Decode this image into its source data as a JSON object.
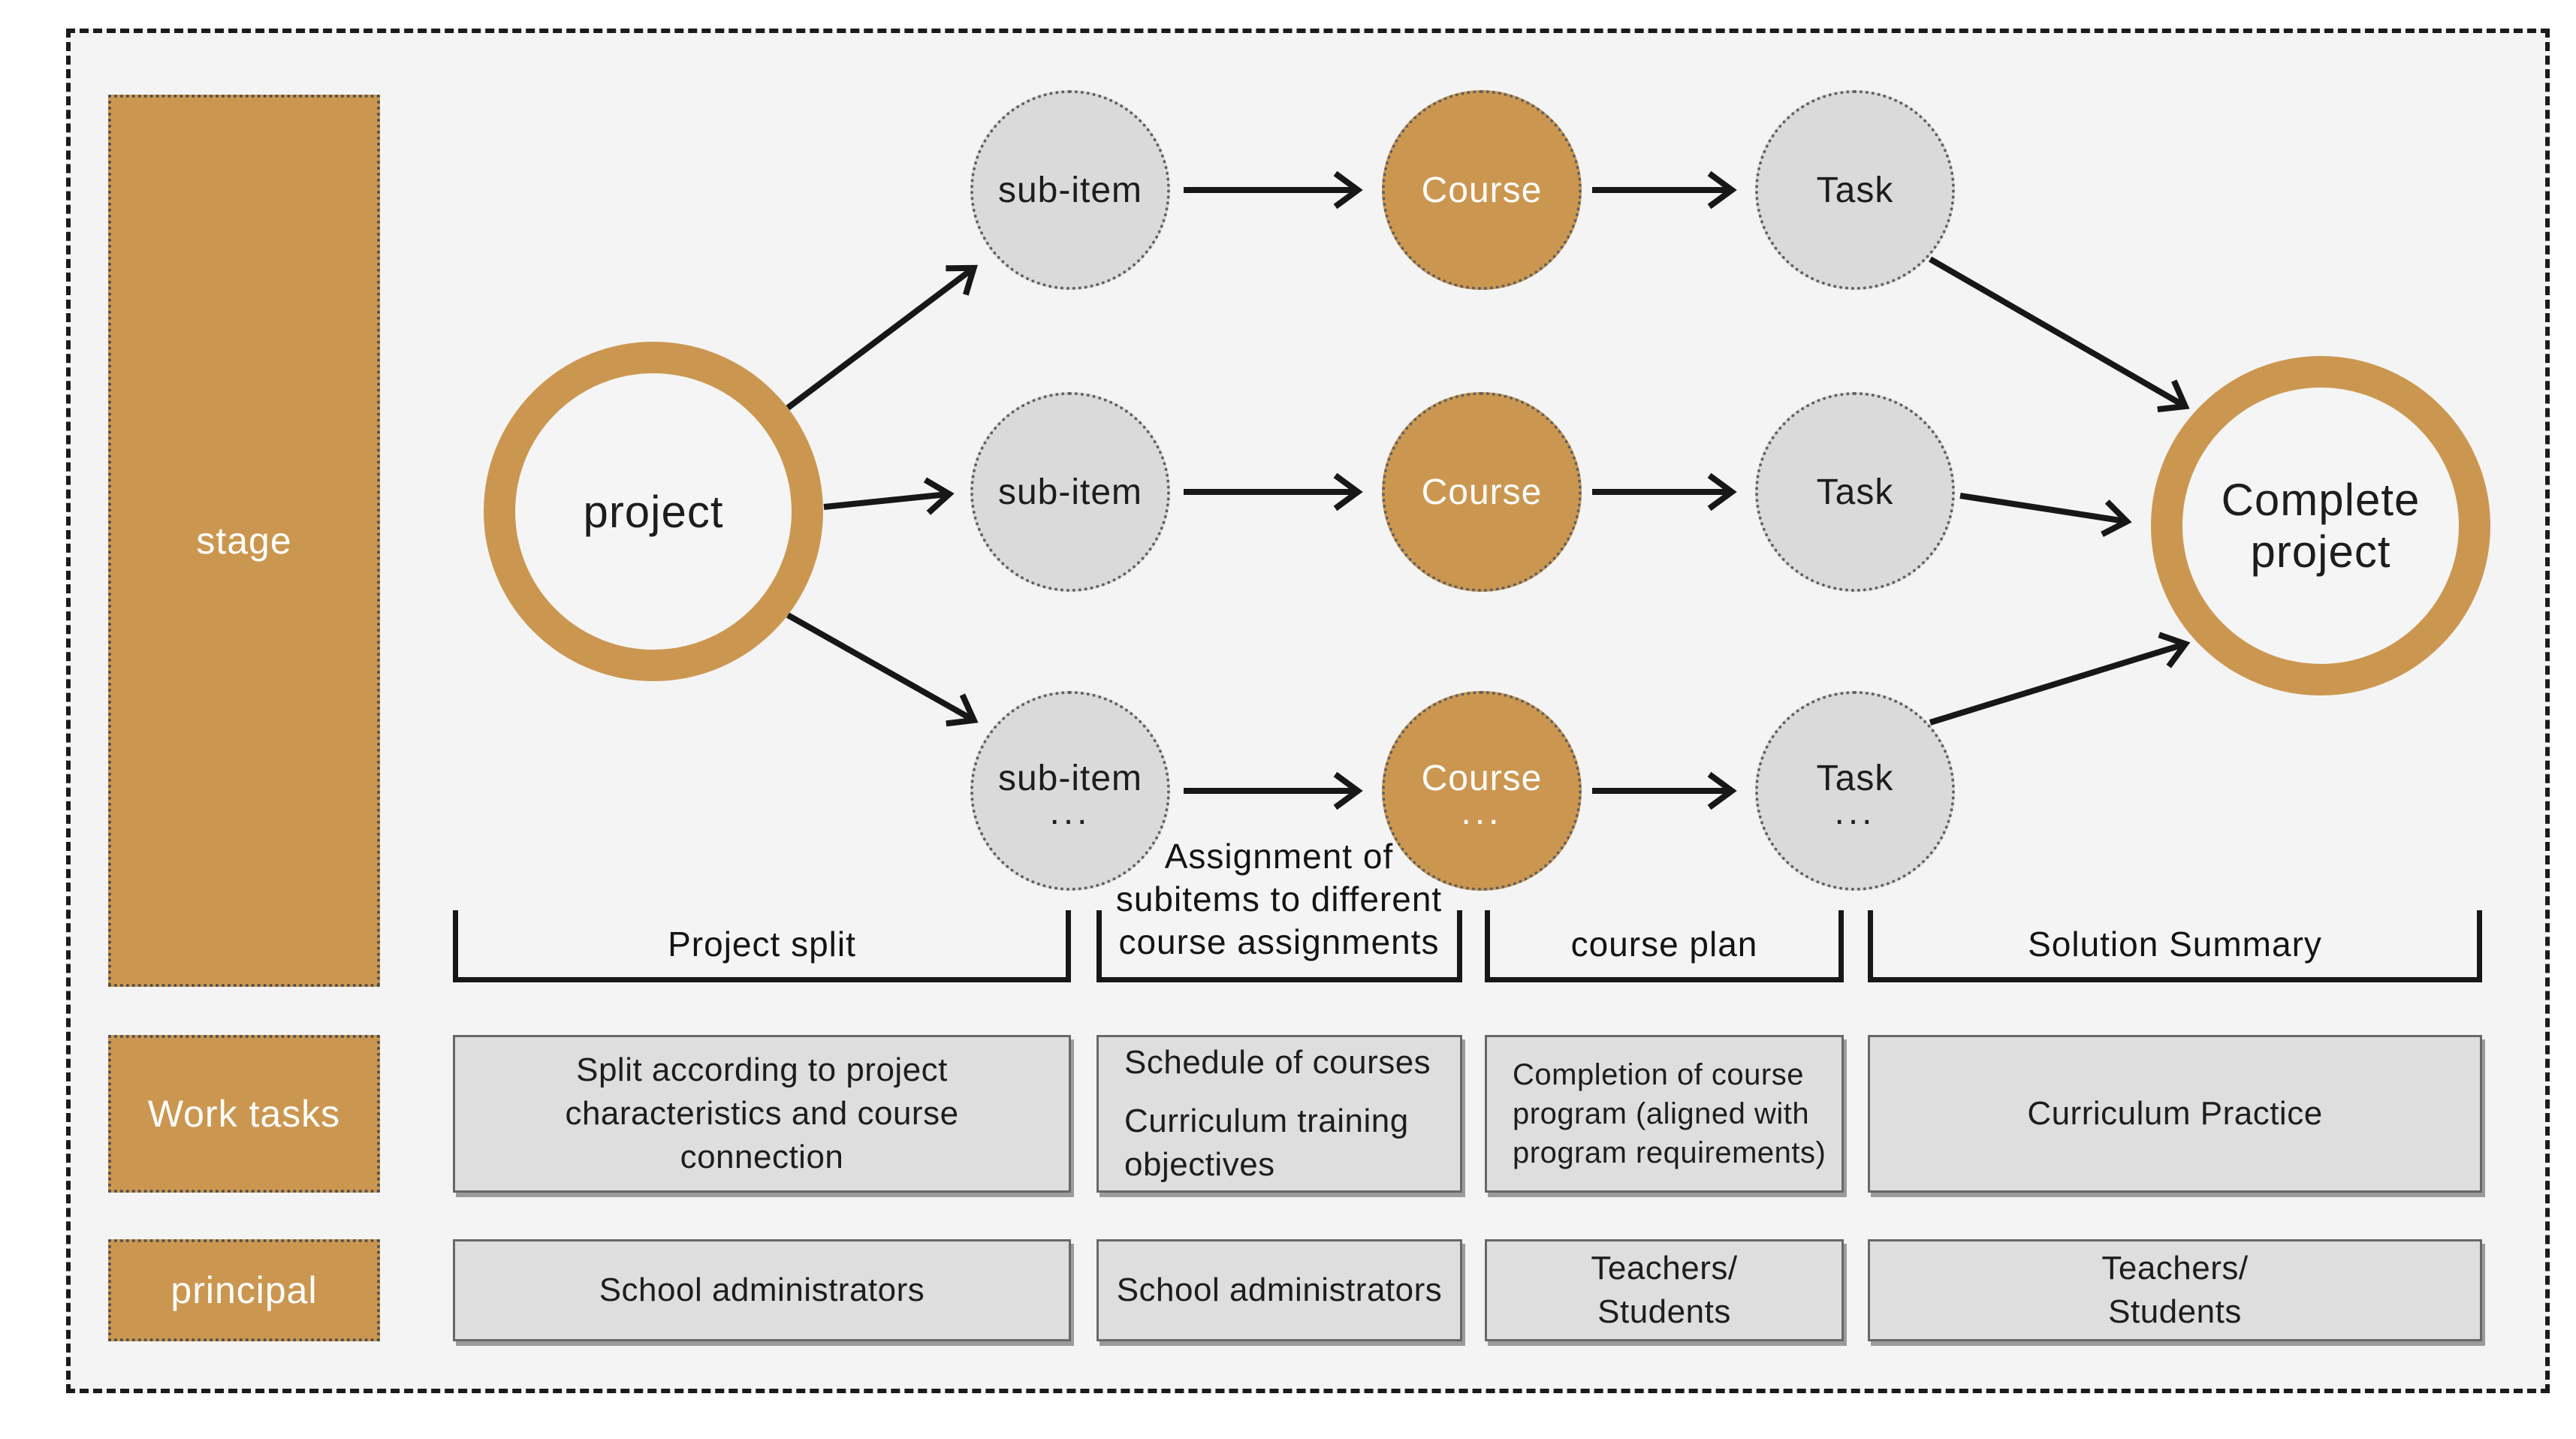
{
  "colors": {
    "accent_orange": "#CB9750",
    "circle_gray": "#dadada",
    "box_gray": "#dedede",
    "line_black": "#171717",
    "background": "#f4f4f5"
  },
  "left_column": {
    "stage": "stage",
    "work_tasks": "Work tasks",
    "principal": "principal"
  },
  "flow": {
    "project": "project",
    "complete_project": "Complete\nproject",
    "rows": [
      {
        "sub_item": "sub-item",
        "course": "Course",
        "task": "Task",
        "more": ""
      },
      {
        "sub_item": "sub-item",
        "course": "Course",
        "task": "Task",
        "more": ""
      },
      {
        "sub_item": "sub-item",
        "course": "Course",
        "task": "Task",
        "more": "..."
      }
    ]
  },
  "phases": [
    {
      "label": "Project split"
    },
    {
      "lines": [
        "Assignment of",
        "subitems to different",
        "course assignments"
      ]
    },
    {
      "label": "course plan"
    },
    {
      "label": "Solution Summary"
    }
  ],
  "work_tasks_row": [
    {
      "text": "Split according to project characteristics and course connection"
    },
    {
      "items": [
        "Schedule of courses",
        "Curriculum training objectives"
      ]
    },
    {
      "text": "Completion of course program (aligned with program requirements)"
    },
    {
      "text": "Curriculum Practice"
    }
  ],
  "principal_row": [
    {
      "text": "School administrators"
    },
    {
      "text": "School administrators"
    },
    {
      "text": "Teachers/\nStudents"
    },
    {
      "text": "Teachers/\nStudents"
    }
  ]
}
